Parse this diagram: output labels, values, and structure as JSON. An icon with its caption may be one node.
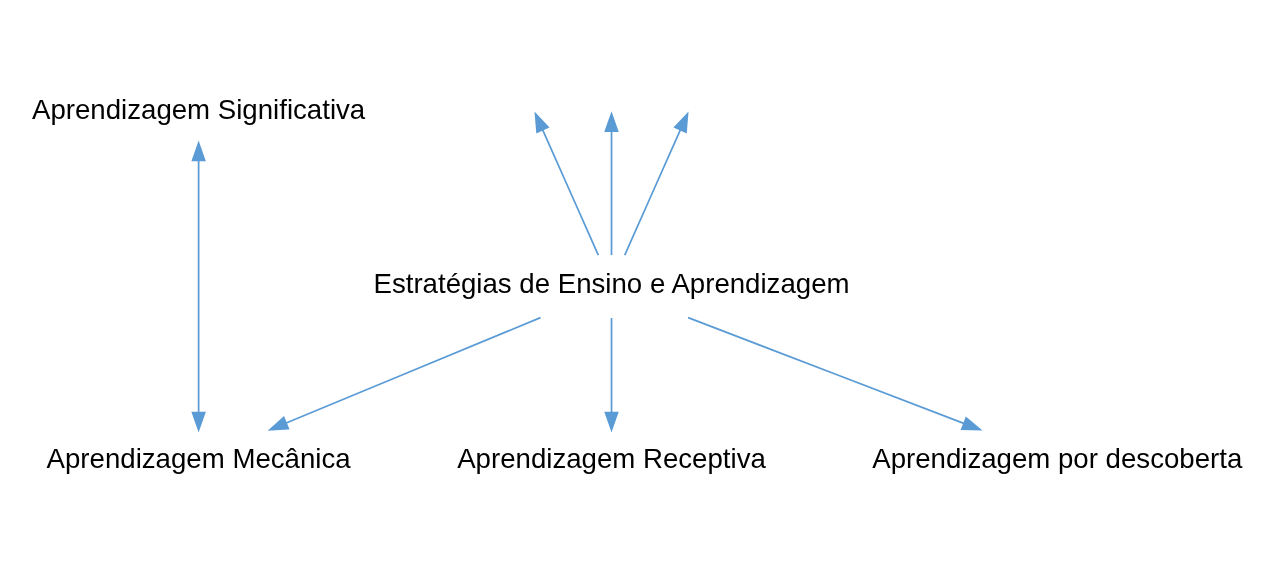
{
  "diagram": {
    "nodes": [
      {
        "text": [
          "Aprendizagem Significativa"
        ]
      },
      {
        "text": [
          "Estratégias de Ensino e Aprendizagem"
        ]
      },
      {
        "text": [
          "Aprendizagem Mecânica"
        ]
      },
      {
        "text": [
          "Aprendizagem Receptiva"
        ]
      },
      {
        "text": [
          "Aprendizagem por descoberta"
        ]
      }
    ],
    "edges": [
      {
        "from": 0,
        "to": 2,
        "arrow": "both"
      },
      {
        "from": 1,
        "to": null,
        "arrow": "to"
      },
      {
        "from": 1,
        "to": null,
        "arrow": "to"
      },
      {
        "from": 1,
        "to": null,
        "arrow": "to"
      },
      {
        "from": 1,
        "to": 2,
        "arrow": "to"
      },
      {
        "from": 1,
        "to": 3,
        "arrow": "to"
      },
      {
        "from": 1,
        "to": 4,
        "arrow": "to"
      }
    ]
  }
}
